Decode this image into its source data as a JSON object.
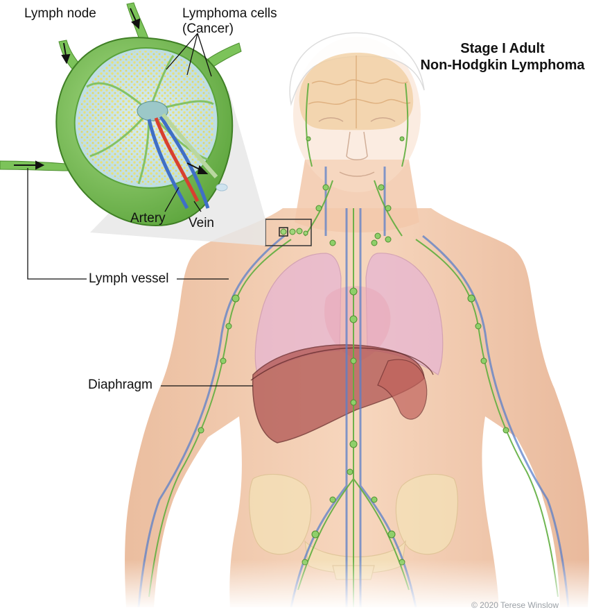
{
  "title": {
    "line1": "Stage I Adult",
    "line2": "Non-Hodgkin Lymphoma"
  },
  "labels": {
    "lymph_node": "Lymph node",
    "lymphoma_cells": "Lymphoma cells",
    "cancer": "(Cancer)",
    "artery": "Artery",
    "vein": "Vein",
    "lymph_vessel": "Lymph vessel",
    "diaphragm": "Diaphragm"
  },
  "copyright": "© 2020 Terese Winslow",
  "colors": {
    "lymph_node_green": "#7cc35a",
    "lymph_vessel_green": "#5fae3e",
    "cancer_yellow": "#f0e27a",
    "vein_blue": "#3f6fc6",
    "artery_red": "#d8402f",
    "lung_pink": "#e6b2cf",
    "liver": "#b35a57",
    "skin": "#f2c7a6"
  }
}
